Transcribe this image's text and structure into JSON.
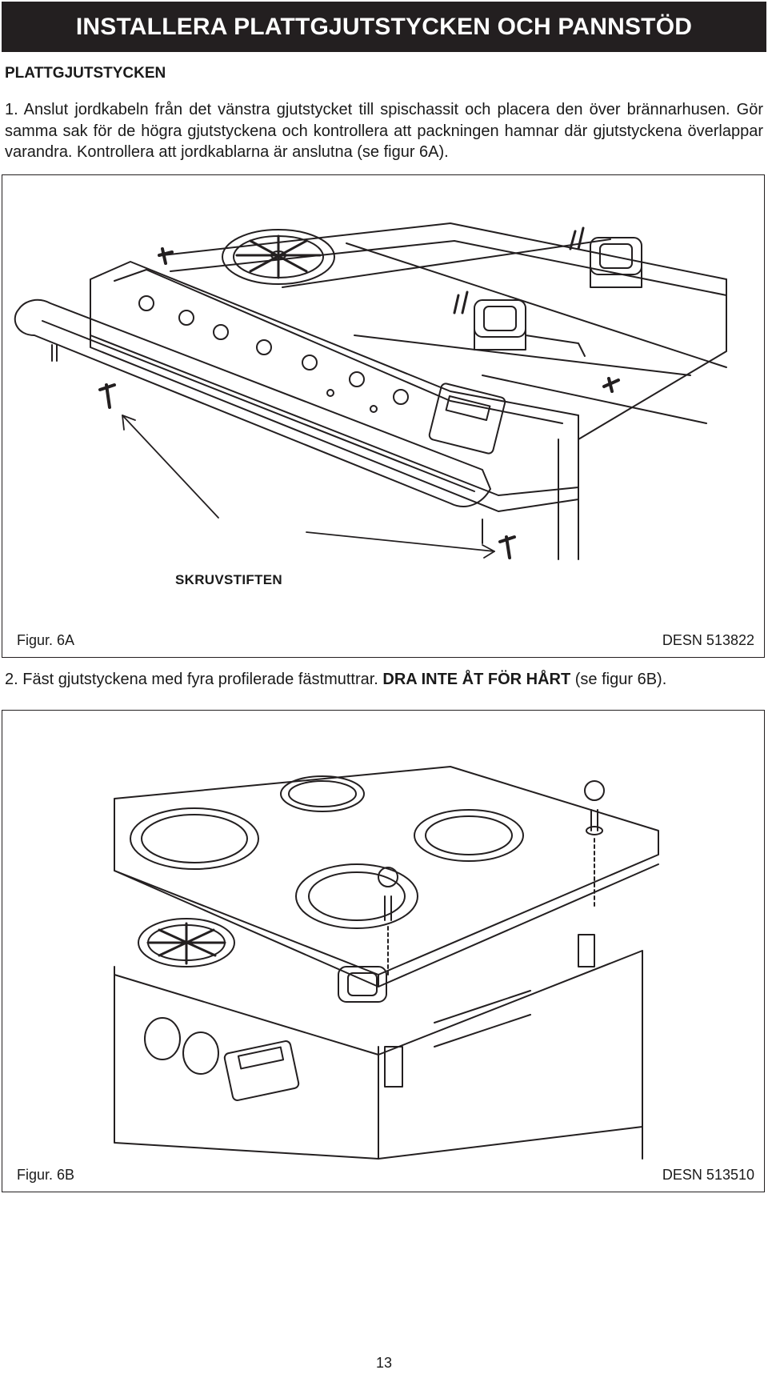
{
  "header": {
    "title": "INSTALLERA PLATTGJUTSTYCKEN OCH PANNSTÖD"
  },
  "section": {
    "heading": "PLATTGJUTSTYCKEN"
  },
  "steps": {
    "step1": "1. Anslut jordkabeln från det vänstra gjutstycket till spischassit och placera den över brännarhusen. Gör samma sak för de högra gjutstyckena och kontrollera att packningen hamnar där gjutstyckena överlappar varandra. Kontrollera att jordkablarna är anslutna (se figur 6A).",
    "step2_prefix": "2. Fäst gjutstyckena med fyra profilerade fästmuttrar. ",
    "step2_bold": "DRA INTE ÅT FÖR HÅRT",
    "step2_suffix": " (se figur 6B)."
  },
  "figures": {
    "a": {
      "caption": "Figur. 6A",
      "code": "DESN 513822",
      "callout": "SKRUVSTIFTEN"
    },
    "b": {
      "caption": "Figur. 6B",
      "code": "DESN 513510"
    }
  },
  "footer": {
    "page_number": "13"
  }
}
